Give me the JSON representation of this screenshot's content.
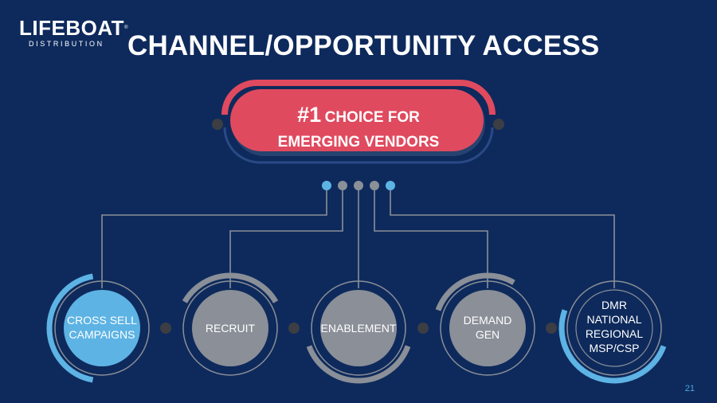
{
  "logo": {
    "name": "LIFEBOAT",
    "tm": "®",
    "subtitle": "DISTRIBUTION"
  },
  "title": "CHANNEL/OPPORTUNITY ACCESS",
  "center": {
    "number": "#1",
    "line1": "CHOICE FOR",
    "line2": "EMERGING VENDORS"
  },
  "nodes": [
    {
      "label": "CROSS SELL\nCAMPAIGNS",
      "fill": "#5db3e4",
      "ring": "#5db3e4"
    },
    {
      "label": "RECRUIT",
      "fill": "#8a8f98",
      "ring": "#8a8f98"
    },
    {
      "label": "ENABLEMENT",
      "fill": "#8a8f98",
      "ring": "#8a8f98"
    },
    {
      "label": "DEMAND\nGEN",
      "fill": "#8a8f98",
      "ring": "#8a8f98"
    },
    {
      "label": "DMR\nNATIONAL\nREGIONAL\nMSP/CSP",
      "fill": "#0e2a5c",
      "ring": "#5db3e4"
    }
  ],
  "page_number": "21",
  "colors": {
    "background": "#0e2a5c",
    "accent_red": "#e04a5f",
    "accent_blue": "#5db3e4",
    "gray": "#8a8f98",
    "dark_dot": "#3c3e44"
  }
}
